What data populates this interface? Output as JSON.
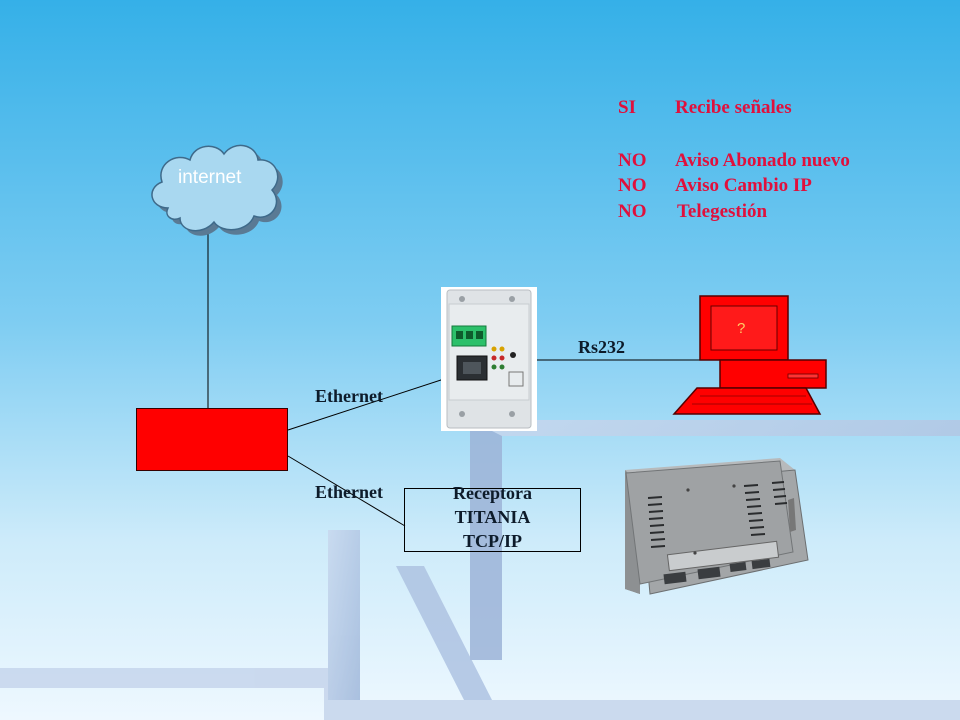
{
  "status_list": [
    {
      "key": "SI",
      "value": "Recibe señales"
    },
    {
      "key": "NO",
      "value": "Aviso Abonado nuevo"
    },
    {
      "key": "NO",
      "value": "Aviso Cambio IP"
    },
    {
      "key": "NO",
      "value": "Telegestión"
    }
  ],
  "cloud": {
    "label": "internet"
  },
  "links": {
    "ethernet_top": "Ethernet",
    "ethernet_bottom": "Ethernet",
    "serial": "Rs232"
  },
  "receptora": {
    "lines": [
      "Receptora",
      "TITANIA",
      "TCP/IP"
    ]
  },
  "computer": {
    "screen_text": "?"
  },
  "colors": {
    "status_text": "#e0103c",
    "router": "#ff0000",
    "computer": "#ff0000",
    "cloud_fill": "#a9d8f0",
    "background_top": "#3fb6ea",
    "background_bottom": "#eaf7ff"
  }
}
